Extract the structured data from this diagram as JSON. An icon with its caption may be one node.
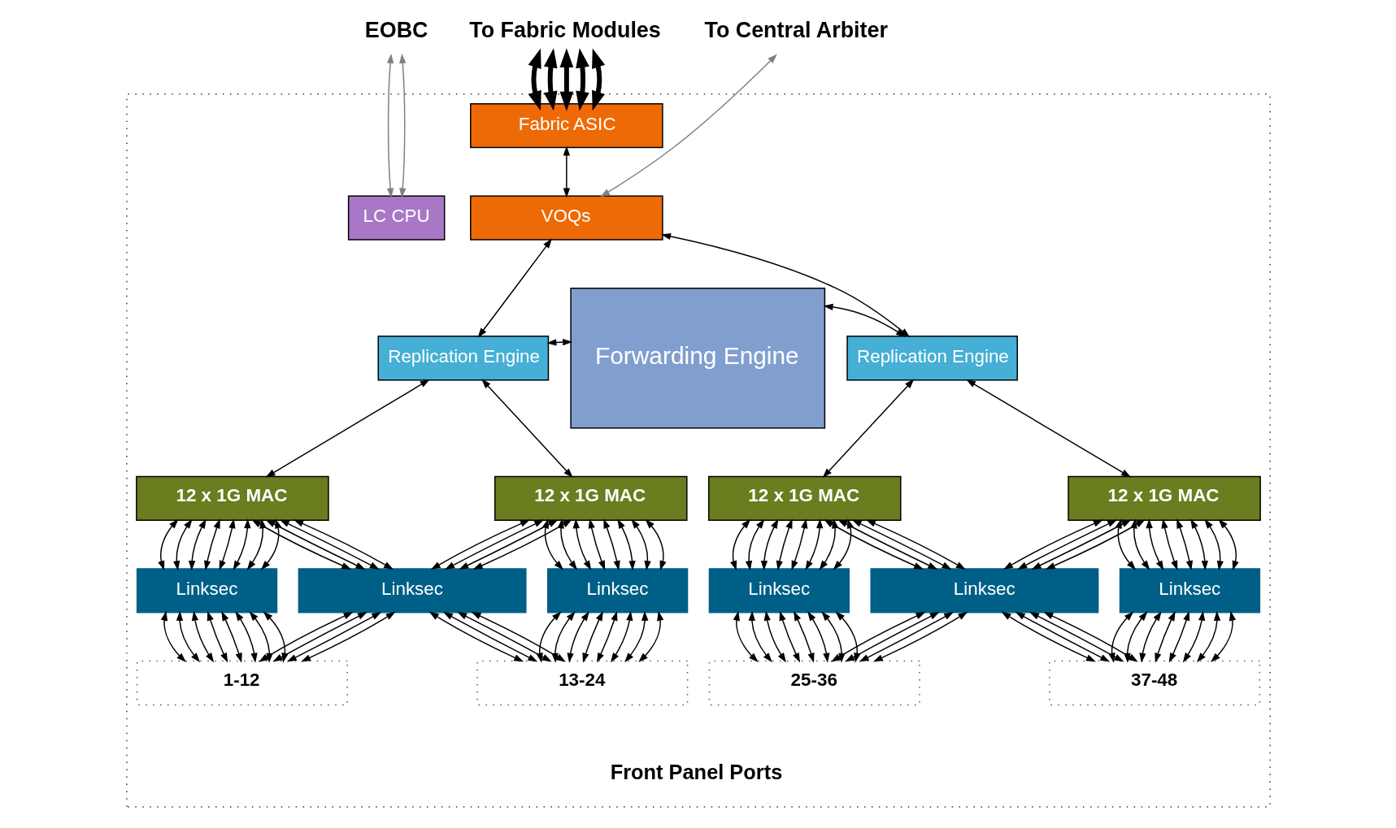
{
  "diagram": {
    "nodes": [
      {
        "text": [
          "EOBC"
        ]
      },
      {
        "text": [
          "To Fabric Modules"
        ]
      },
      {
        "text": [
          "To Central Arbiter"
        ]
      },
      {
        "text": [],
        "shape": "box"
      },
      {
        "text": [
          "Fabric ASIC"
        ],
        "in": 3
      },
      {
        "text": [
          "LC CPU"
        ],
        "in": 3
      },
      {
        "text": [
          "VOQs"
        ],
        "in": 3
      },
      {
        "text": [
          "Forwarding Engine"
        ],
        "in": 3
      },
      {
        "text": [
          "Replication Engine"
        ],
        "in": 3
      },
      {
        "text": [
          "Replication Engine"
        ],
        "in": 3
      },
      {
        "text": [
          "12 x 1G MAC"
        ],
        "in": 3
      },
      {
        "text": [
          "12 x 1G MAC"
        ],
        "in": 3
      },
      {
        "text": [
          "12 x 1G MAC"
        ],
        "in": 3
      },
      {
        "text": [
          "12 x 1G MAC"
        ],
        "in": 3
      },
      {
        "text": [
          "Linksec"
        ],
        "in": 3
      },
      {
        "text": [
          "Linksec"
        ],
        "in": 3
      },
      {
        "text": [
          "Linksec"
        ],
        "in": 3
      },
      {
        "text": [
          "Linksec"
        ],
        "in": 3
      },
      {
        "text": [
          "Linksec"
        ],
        "in": 3
      },
      {
        "text": [
          "Linksec"
        ],
        "in": 3
      },
      {
        "text": [
          "1-12"
        ],
        "in": 3
      },
      {
        "text": [
          "13-24"
        ],
        "in": 3
      },
      {
        "text": [
          "25-36"
        ],
        "in": 3
      },
      {
        "text": [
          "37-48"
        ],
        "in": 3
      }
    ],
    "edges": [
      {
        "from": 5,
        "to": 0,
        "arrow": "both",
        "color": "#808080"
      },
      {
        "from": 5,
        "to": 0,
        "arrow": "both",
        "color": "#808080"
      },
      {
        "from": 4,
        "to": 1,
        "arrow": "both",
        "style": "thick"
      },
      {
        "from": 4,
        "to": 1,
        "arrow": "both",
        "style": "thick"
      },
      {
        "from": 4,
        "to": 1,
        "arrow": "both",
        "style": "thick"
      },
      {
        "from": 4,
        "to": 1,
        "arrow": "both",
        "style": "thick"
      },
      {
        "from": 4,
        "to": 1,
        "arrow": "both",
        "style": "thick"
      },
      {
        "from": 6,
        "to": 2,
        "arrow": "both",
        "color": "#808080"
      },
      {
        "from": 4,
        "to": 6,
        "arrow": "both"
      },
      {
        "from": 6,
        "to": 8,
        "arrow": "both"
      },
      {
        "from": 6,
        "to": 9,
        "arrow": "both"
      },
      {
        "from": 8,
        "to": 7,
        "arrow": "both"
      },
      {
        "from": 7,
        "to": 9,
        "arrow": "both"
      },
      {
        "from": 8,
        "to": 10,
        "arrow": "both"
      },
      {
        "from": 8,
        "to": 11,
        "arrow": "both"
      },
      {
        "from": 9,
        "to": 12,
        "arrow": "both"
      },
      {
        "from": 9,
        "to": 13,
        "arrow": "both"
      },
      {
        "from": 10,
        "to": 14,
        "arrow": "both"
      },
      {
        "from": 10,
        "to": 14,
        "arrow": "both"
      },
      {
        "from": 10,
        "to": 14,
        "arrow": "both"
      },
      {
        "from": 10,
        "to": 14,
        "arrow": "both"
      },
      {
        "from": 10,
        "to": 14,
        "arrow": "both"
      },
      {
        "from": 10,
        "to": 14,
        "arrow": "both"
      },
      {
        "from": 10,
        "to": 14,
        "arrow": "both"
      },
      {
        "from": 10,
        "to": 14,
        "arrow": "both"
      },
      {
        "from": 10,
        "to": 15,
        "arrow": "both"
      },
      {
        "from": 10,
        "to": 15,
        "arrow": "both"
      },
      {
        "from": 10,
        "to": 15,
        "arrow": "both"
      },
      {
        "from": 10,
        "to": 15,
        "arrow": "both"
      },
      {
        "from": 11,
        "to": 15,
        "arrow": "both"
      },
      {
        "from": 11,
        "to": 15,
        "arrow": "both"
      },
      {
        "from": 11,
        "to": 15,
        "arrow": "both"
      },
      {
        "from": 11,
        "to": 15,
        "arrow": "both"
      },
      {
        "from": 11,
        "to": 16,
        "arrow": "both"
      },
      {
        "from": 11,
        "to": 16,
        "arrow": "both"
      },
      {
        "from": 11,
        "to": 16,
        "arrow": "both"
      },
      {
        "from": 11,
        "to": 16,
        "arrow": "both"
      },
      {
        "from": 11,
        "to": 16,
        "arrow": "both"
      },
      {
        "from": 11,
        "to": 16,
        "arrow": "both"
      },
      {
        "from": 11,
        "to": 16,
        "arrow": "both"
      },
      {
        "from": 11,
        "to": 16,
        "arrow": "both"
      },
      {
        "from": 12,
        "to": 17,
        "arrow": "both"
      },
      {
        "from": 12,
        "to": 17,
        "arrow": "both"
      },
      {
        "from": 12,
        "to": 17,
        "arrow": "both"
      },
      {
        "from": 12,
        "to": 17,
        "arrow": "both"
      },
      {
        "from": 12,
        "to": 17,
        "arrow": "both"
      },
      {
        "from": 12,
        "to": 17,
        "arrow": "both"
      },
      {
        "from": 12,
        "to": 17,
        "arrow": "both"
      },
      {
        "from": 12,
        "to": 17,
        "arrow": "both"
      },
      {
        "from": 12,
        "to": 18,
        "arrow": "both"
      },
      {
        "from": 12,
        "to": 18,
        "arrow": "both"
      },
      {
        "from": 12,
        "to": 18,
        "arrow": "both"
      },
      {
        "from": 12,
        "to": 18,
        "arrow": "both"
      },
      {
        "from": 13,
        "to": 18,
        "arrow": "both"
      },
      {
        "from": 13,
        "to": 18,
        "arrow": "both"
      },
      {
        "from": 13,
        "to": 18,
        "arrow": "both"
      },
      {
        "from": 13,
        "to": 18,
        "arrow": "both"
      },
      {
        "from": 13,
        "to": 19,
        "arrow": "both"
      },
      {
        "from": 13,
        "to": 19,
        "arrow": "both"
      },
      {
        "from": 13,
        "to": 19,
        "arrow": "both"
      },
      {
        "from": 13,
        "to": 19,
        "arrow": "both"
      },
      {
        "from": 13,
        "to": 19,
        "arrow": "both"
      },
      {
        "from": 13,
        "to": 19,
        "arrow": "both"
      },
      {
        "from": 13,
        "to": 19,
        "arrow": "both"
      },
      {
        "from": 13,
        "to": 19,
        "arrow": "both"
      },
      {
        "from": 14,
        "to": 20,
        "arrow": "both"
      },
      {
        "from": 14,
        "to": 20,
        "arrow": "both"
      },
      {
        "from": 14,
        "to": 20,
        "arrow": "both"
      },
      {
        "from": 14,
        "to": 20,
        "arrow": "both"
      },
      {
        "from": 14,
        "to": 20,
        "arrow": "both"
      },
      {
        "from": 14,
        "to": 20,
        "arrow": "both"
      },
      {
        "from": 14,
        "to": 20,
        "arrow": "both"
      },
      {
        "from": 14,
        "to": 20,
        "arrow": "both"
      },
      {
        "from": 15,
        "to": 20,
        "arrow": "both"
      },
      {
        "from": 15,
        "to": 20,
        "arrow": "both"
      },
      {
        "from": 15,
        "to": 20,
        "arrow": "both"
      },
      {
        "from": 15,
        "to": 20,
        "arrow": "both"
      },
      {
        "from": 15,
        "to": 21,
        "arrow": "both"
      },
      {
        "from": 15,
        "to": 21,
        "arrow": "both"
      },
      {
        "from": 15,
        "to": 21,
        "arrow": "both"
      },
      {
        "from": 15,
        "to": 21,
        "arrow": "both"
      },
      {
        "from": 16,
        "to": 21,
        "arrow": "both"
      },
      {
        "from": 16,
        "to": 21,
        "arrow": "both"
      },
      {
        "from": 16,
        "to": 21,
        "arrow": "both"
      },
      {
        "from": 16,
        "to": 21,
        "arrow": "both"
      },
      {
        "from": 16,
        "to": 21,
        "arrow": "both"
      },
      {
        "from": 16,
        "to": 21,
        "arrow": "both"
      },
      {
        "from": 16,
        "to": 21,
        "arrow": "both"
      },
      {
        "from": 16,
        "to": 21,
        "arrow": "both"
      },
      {
        "from": 17,
        "to": 22,
        "arrow": "both"
      },
      {
        "from": 17,
        "to": 22,
        "arrow": "both"
      },
      {
        "from": 17,
        "to": 22,
        "arrow": "both"
      },
      {
        "from": 17,
        "to": 22,
        "arrow": "both"
      },
      {
        "from": 17,
        "to": 22,
        "arrow": "both"
      },
      {
        "from": 17,
        "to": 22,
        "arrow": "both"
      },
      {
        "from": 17,
        "to": 22,
        "arrow": "both"
      },
      {
        "from": 17,
        "to": 22,
        "arrow": "both"
      },
      {
        "from": 18,
        "to": 22,
        "arrow": "both"
      },
      {
        "from": 18,
        "to": 22,
        "arrow": "both"
      },
      {
        "from": 18,
        "to": 22,
        "arrow": "both"
      },
      {
        "from": 18,
        "to": 22,
        "arrow": "both"
      },
      {
        "from": 18,
        "to": 23,
        "arrow": "both"
      },
      {
        "from": 18,
        "to": 23,
        "arrow": "both"
      },
      {
        "from": 18,
        "to": 23,
        "arrow": "both"
      },
      {
        "from": 18,
        "to": 23,
        "arrow": "both"
      },
      {
        "from": 19,
        "to": 23,
        "arrow": "both"
      },
      {
        "from": 19,
        "to": 23,
        "arrow": "both"
      },
      {
        "from": 19,
        "to": 23,
        "arrow": "both"
      },
      {
        "from": 19,
        "to": 23,
        "arrow": "both"
      },
      {
        "from": 19,
        "to": 23,
        "arrow": "both"
      },
      {
        "from": 19,
        "to": 23,
        "arrow": "both"
      },
      {
        "from": 19,
        "to": 23,
        "arrow": "both"
      },
      {
        "from": 19,
        "to": 23,
        "arrow": "both"
      }
    ],
    "labels": [
      "Front Panel Ports"
    ]
  }
}
